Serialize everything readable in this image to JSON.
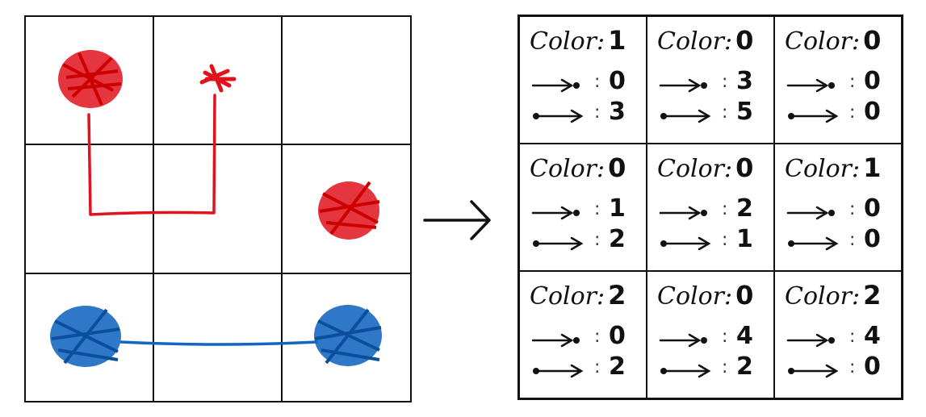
{
  "arrow_icon": "right-arrow-icon",
  "colors": {
    "red": "#e0121c",
    "blue": "#1265c0",
    "line": "#111111"
  },
  "left_board": {
    "rows": 3,
    "cols": 3,
    "red_nodes": [
      {
        "row": 0,
        "col": 0
      },
      {
        "row": 1,
        "col": 2
      }
    ],
    "red_marker_small": {
      "row": 0,
      "col": 1
    },
    "blue_nodes": [
      {
        "row": 2,
        "col": 0
      },
      {
        "row": 2,
        "col": 2
      }
    ]
  },
  "right_grid": {
    "color_label": "Color:",
    "in_icon": "arrow-to-dot-icon",
    "out_icon": "dot-to-arrow-icon",
    "cells": [
      {
        "color": "1",
        "in": "0",
        "out": "3"
      },
      {
        "color": "0",
        "in": "3",
        "out": "5"
      },
      {
        "color": "0",
        "in": "0",
        "out": "0"
      },
      {
        "color": "0",
        "in": "1",
        "out": "2"
      },
      {
        "color": "0",
        "in": "2",
        "out": "1"
      },
      {
        "color": "1",
        "in": "0",
        "out": "0"
      },
      {
        "color": "2",
        "in": "0",
        "out": "2"
      },
      {
        "color": "0",
        "in": "4",
        "out": "2"
      },
      {
        "color": "2",
        "in": "4",
        "out": "0"
      }
    ]
  }
}
